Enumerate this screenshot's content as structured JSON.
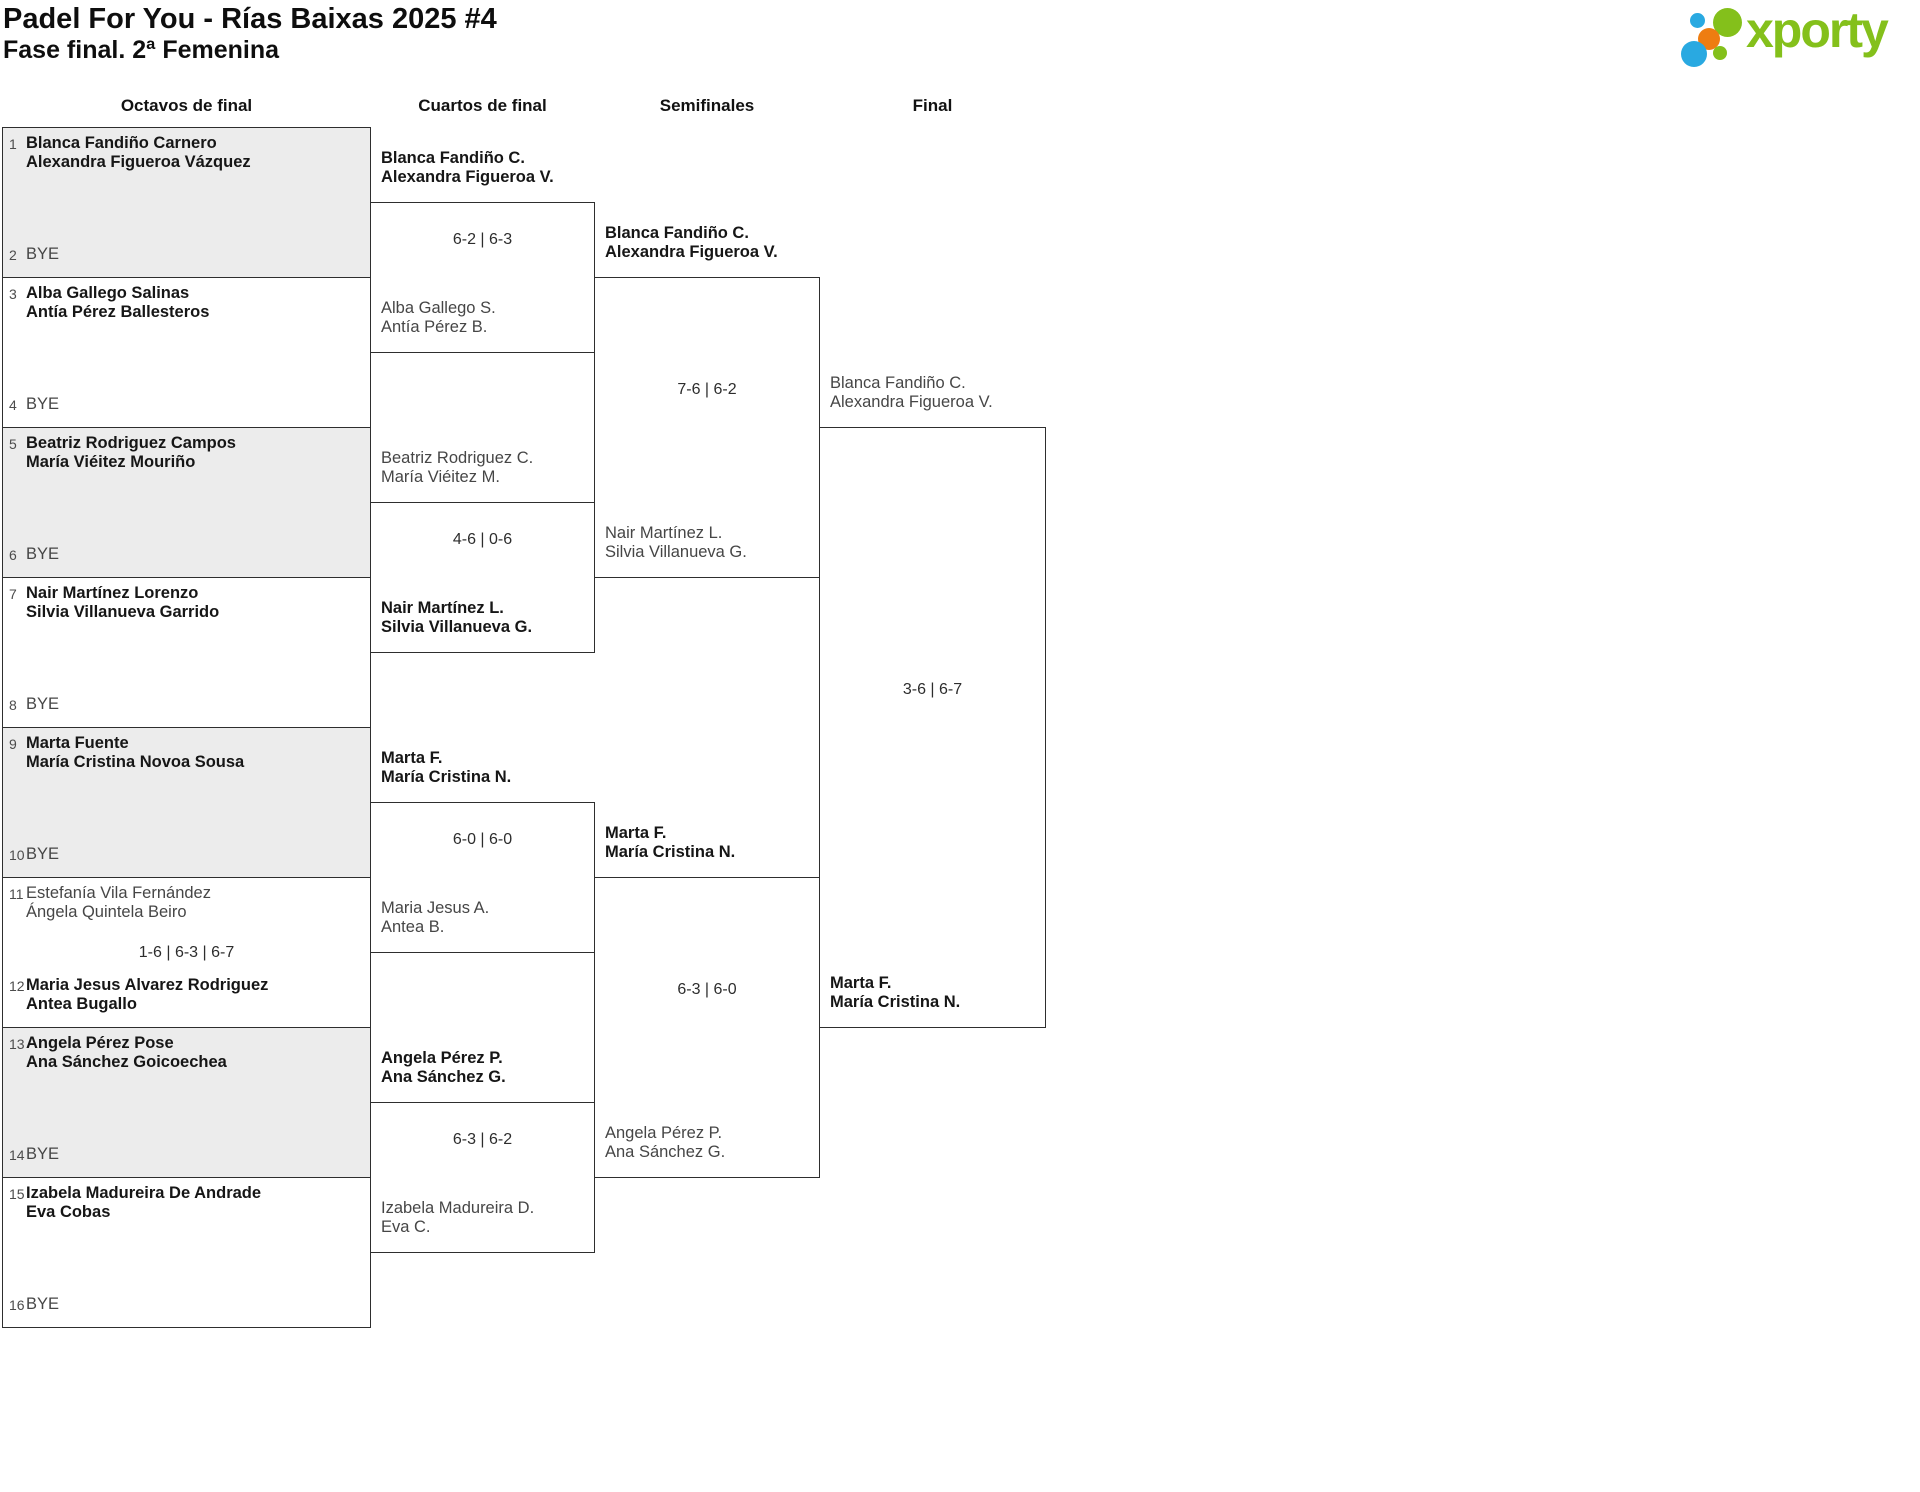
{
  "page": {
    "title": "Padel For You - Rías Baixas 2025 #4",
    "subtitle": "Fase final. 2ª Femenina"
  },
  "logo": {
    "text": "xporty",
    "colors": {
      "green": "#84c01b",
      "blue": "#29a9e1",
      "orange": "#ee7d11"
    }
  },
  "rounds": [
    "Octavos de final",
    "Cuartos de final",
    "Semifinales",
    "Final"
  ],
  "r16": [
    {
      "top_seed": "1",
      "top_name": "Blanca Fandiño Carnero\nAlexandra Figueroa Vázquez",
      "bottom_seed": "2",
      "bottom_name": "BYE",
      "score": "",
      "winner": "top"
    },
    {
      "top_seed": "3",
      "top_name": "Alba Gallego Salinas\nAntía Pérez Ballesteros",
      "bottom_seed": "4",
      "bottom_name": "BYE",
      "score": "",
      "winner": "top"
    },
    {
      "top_seed": "5",
      "top_name": "Beatriz Rodriguez Campos\nMaría Viéitez Mouriño",
      "bottom_seed": "6",
      "bottom_name": "BYE",
      "score": "",
      "winner": "top"
    },
    {
      "top_seed": "7",
      "top_name": "Nair Martínez Lorenzo\nSilvia Villanueva Garrido",
      "bottom_seed": "8",
      "bottom_name": "BYE",
      "score": "",
      "winner": "top"
    },
    {
      "top_seed": "9",
      "top_name": "Marta Fuente\nMaría Cristina Novoa Sousa",
      "bottom_seed": "10",
      "bottom_name": "BYE",
      "score": "",
      "winner": "top"
    },
    {
      "top_seed": "11",
      "top_name": "Estefanía Vila Fernández\nÁngela Quintela Beiro",
      "bottom_seed": "12",
      "bottom_name": "Maria Jesus Alvarez Rodriguez\nAntea Bugallo",
      "score": "1-6 | 6-3 | 6-7",
      "winner": "bottom"
    },
    {
      "top_seed": "13",
      "top_name": "Angela Pérez Pose\nAna Sánchez Goicoechea",
      "bottom_seed": "14",
      "bottom_name": "BYE",
      "score": "",
      "winner": "top"
    },
    {
      "top_seed": "15",
      "top_name": "Izabela Madureira De Andrade\nEva Cobas",
      "bottom_seed": "16",
      "bottom_name": "BYE",
      "score": "",
      "winner": "top"
    }
  ],
  "quarterfinals": [
    {
      "top": "Blanca Fandiño C.\nAlexandra Figueroa V.",
      "score": "6-2 | 6-3",
      "bottom": "Alba Gallego S.\nAntía Pérez B.",
      "winner": "top"
    },
    {
      "top": "Beatriz Rodriguez C.\nMaría Viéitez M.",
      "score": "4-6 | 0-6",
      "bottom": "Nair Martínez L.\nSilvia Villanueva G.",
      "winner": "bottom"
    },
    {
      "top": "Marta F.\nMaría Cristina N.",
      "score": "6-0 | 6-0",
      "bottom": "Maria Jesus A.\nAntea B.",
      "winner": "top"
    },
    {
      "top": "Angela Pérez P.\nAna Sánchez G.",
      "score": "6-3 | 6-2",
      "bottom": "Izabela Madureira D.\nEva C.",
      "winner": "top"
    }
  ],
  "semifinals": [
    {
      "top": "Blanca Fandiño C.\nAlexandra Figueroa V.",
      "score": "7-6 | 6-2",
      "bottom": "Nair Martínez L.\nSilvia Villanueva G.",
      "winner": "top"
    },
    {
      "top": "Marta F.\nMaría Cristina N.",
      "score": "6-3 | 6-0",
      "bottom": "Angela Pérez P.\nAna Sánchez G.",
      "winner": "top"
    }
  ],
  "final": {
    "top": "Blanca Fandiño C.\nAlexandra Figueroa V.",
    "score": "3-6 | 6-7",
    "bottom": "Marta F.\nMaría Cristina N.",
    "winner": "bottom"
  }
}
